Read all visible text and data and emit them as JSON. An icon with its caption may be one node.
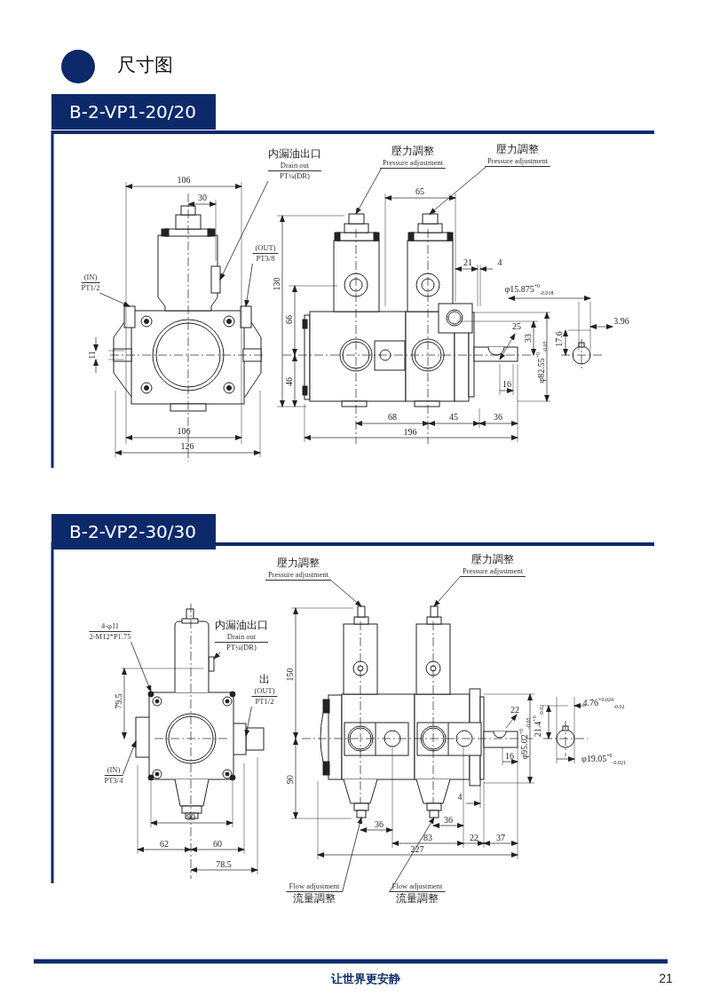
{
  "diagram": {
    "title": "尺寸图",
    "nodes": [
      {
        "text": [
          "内漏油出口",
          "Drain out",
          "PT¼(DR)"
        ]
      },
      {
        "text": [
          "(OUT)",
          "PT3/8"
        ]
      },
      {
        "text": [
          "(IN)",
          "PT1/2"
        ]
      },
      {
        "text": [
          "壓力調整",
          "Pressure adjustment"
        ]
      },
      {
        "text": [
          "壓力調整",
          "Pressure adjustment"
        ]
      },
      {
        "text": [
          "4-φ11",
          "2-M12*P1.75"
        ]
      },
      {
        "text": [
          "内漏油出口",
          "Drain out",
          "PT¼(DR)"
        ]
      },
      {
        "text": [
          "出",
          "(OUT)",
          "PT1/2"
        ]
      },
      {
        "text": [
          "(IN)",
          "PT3/4"
        ]
      },
      {
        "text": [
          "壓力調整",
          "Pressure adjustment"
        ]
      },
      {
        "text": [
          "壓力調整",
          "Pressure adjustment"
        ]
      },
      {
        "text": [
          "Flow adjustment",
          "流量調整"
        ]
      },
      {
        "text": [
          "Flow adjustment",
          "流量調整"
        ]
      },
      {
        "text": [],
        "shape": "picture"
      },
      {
        "text": [],
        "shape": "picture"
      },
      {
        "text": [],
        "shape": "picture"
      },
      {
        "text": [],
        "shape": "picture"
      }
    ],
    "edges": [
      {
        "from": 0,
        "to": 13,
        "arrow": "to"
      },
      {
        "from": 1,
        "to": 13,
        "arrow": "to"
      },
      {
        "from": 2,
        "to": 13,
        "arrow": "to"
      },
      {
        "from": 3,
        "to": 14,
        "arrow": "to"
      },
      {
        "from": 4,
        "to": 14,
        "arrow": "to"
      },
      {
        "from": 5,
        "to": 15,
        "arrow": "to"
      },
      {
        "from": 6,
        "to": 15,
        "arrow": "to"
      },
      {
        "from": 7,
        "to": 15,
        "arrow": "to"
      },
      {
        "from": 8,
        "to": 15,
        "arrow": "to"
      },
      {
        "from": 9,
        "to": 16,
        "arrow": "to"
      },
      {
        "from": 10,
        "to": 16,
        "arrow": "to"
      },
      {
        "from": 11,
        "to": 16,
        "arrow": "to"
      },
      {
        "from": 12,
        "to": 16,
        "arrow": "to"
      }
    ],
    "labels": [
      "B-2-VP1-20/20",
      "106",
      "30",
      "11",
      "106",
      "126",
      "65",
      "130",
      "21",
      "4",
      "φ15.875$^{+0}$$_{-0.018}$",
      "66",
      "17.6",
      "3.96",
      "25",
      "33",
      "φ82.55$^{+0}$$_{-0.05}$",
      "46",
      "16",
      "68",
      "45",
      "36",
      "196",
      "B-2-VP2-30/30",
      "79.5",
      "90",
      "62",
      "60",
      "78.5",
      "150",
      "22",
      "21.4$^{+0}$$_{-0.02}$",
      "4.76$^{+0.024}$$_{-0.02}$",
      "φ95.02$^{+0}$$_{-0.05}$",
      "90",
      "16",
      "φ19.05$^{+0}$$_{-0.021}$",
      "4",
      "36",
      "36",
      "83",
      "22",
      "37",
      "227",
      "让世界更安静",
      "21"
    ]
  }
}
